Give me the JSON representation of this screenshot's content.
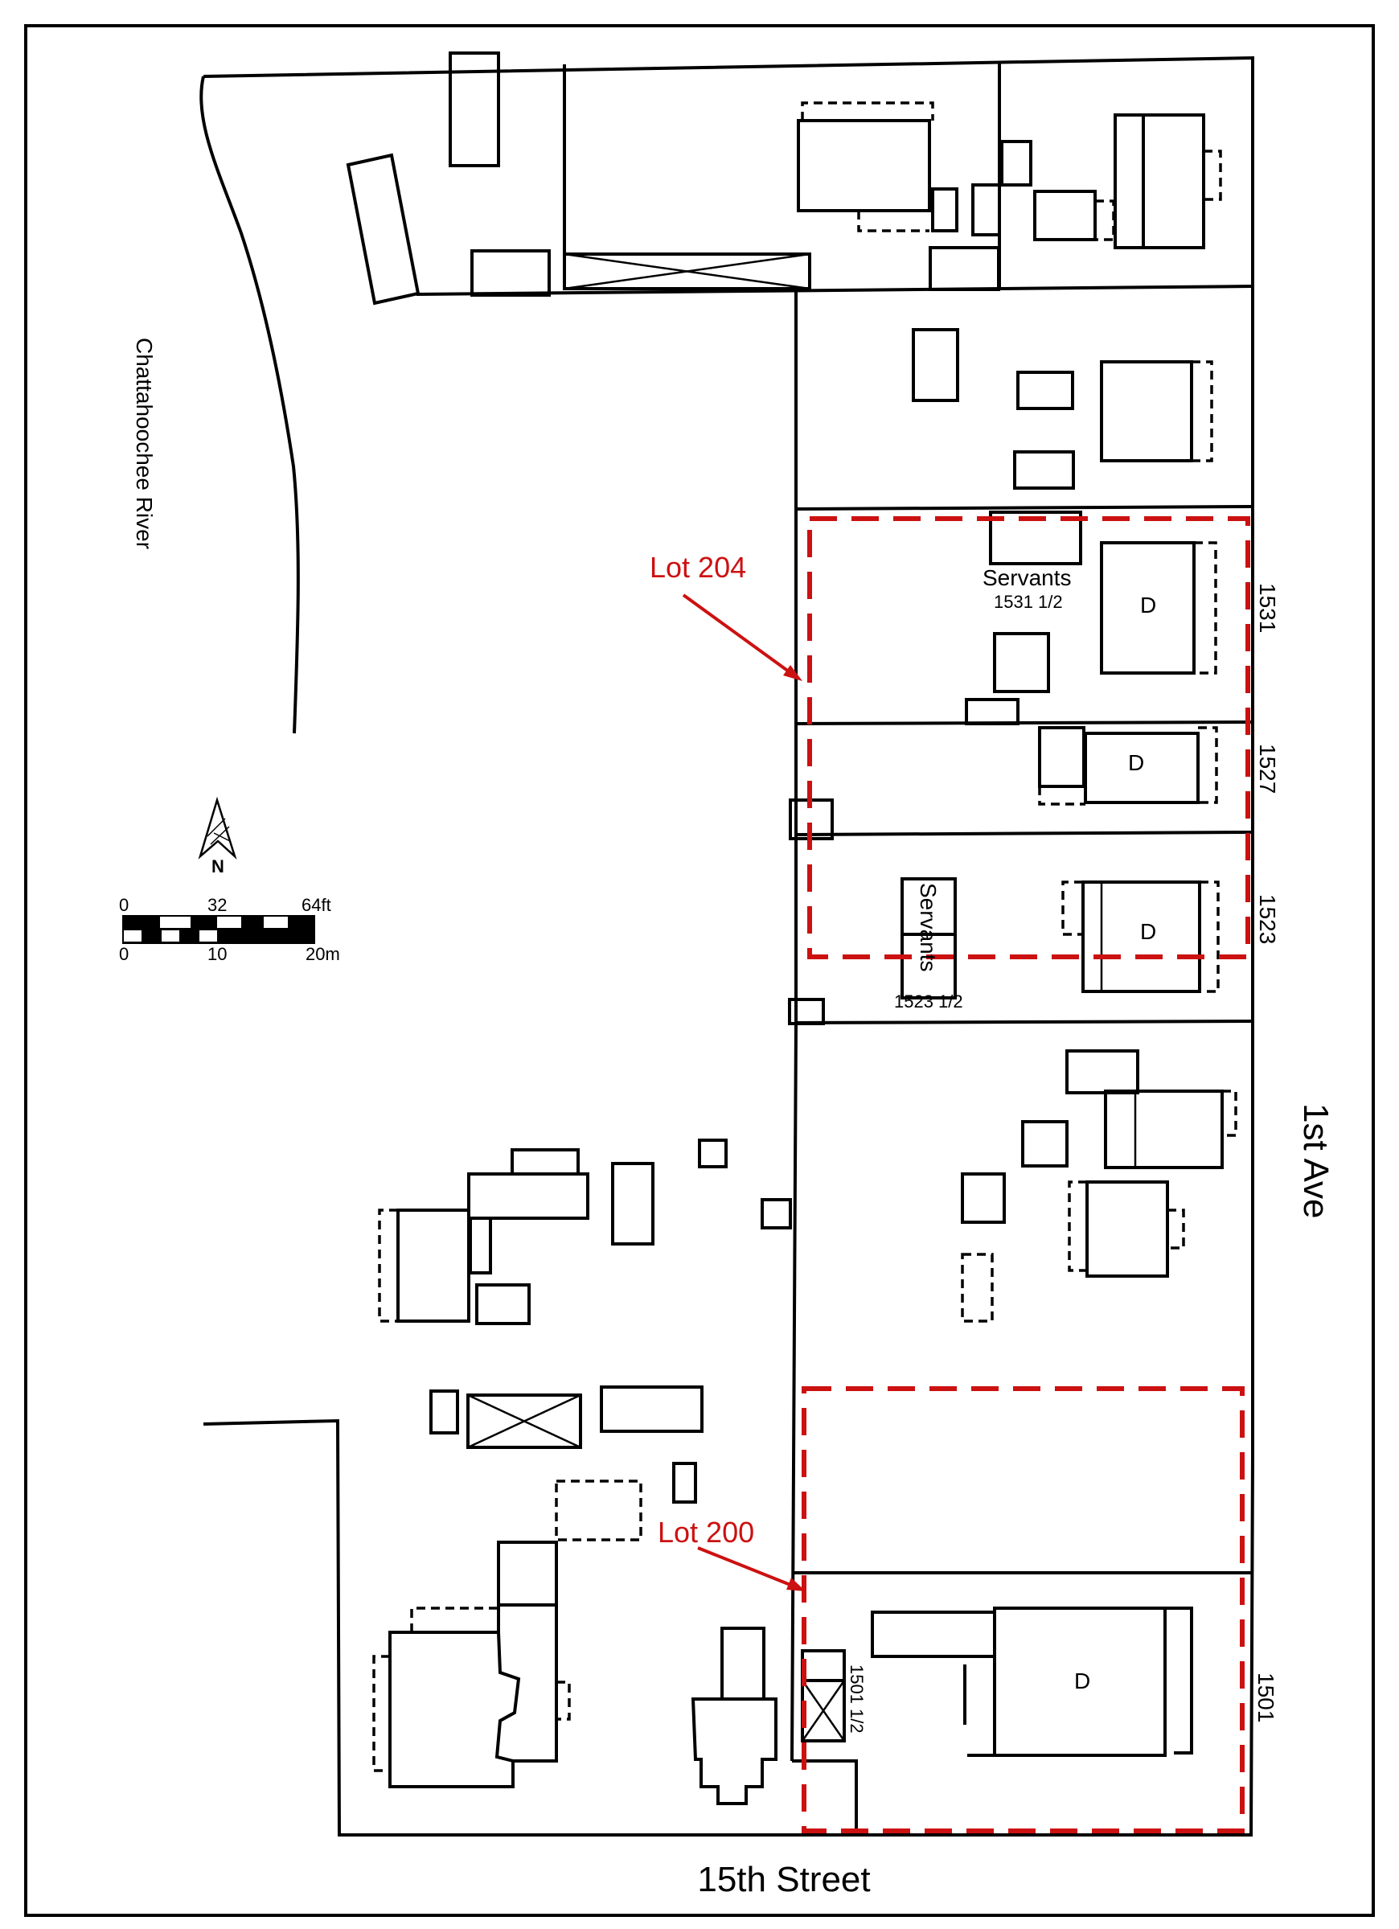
{
  "map": {
    "street_bottom": "15th Street",
    "street_right": "1st Ave",
    "river": "Chattahoochee River",
    "lot_labels": [
      "Lot 204",
      "Lot 200"
    ],
    "addresses": [
      "1531",
      "1527",
      "1523",
      "1501"
    ],
    "dwelling_marker": "D",
    "servants_label": "Servants",
    "sub_addresses": [
      "1531 1/2",
      "1523 1/2",
      "1501 1/2"
    ],
    "north_label": "N",
    "scale": {
      "top_ticks": [
        "0",
        "32",
        "64ft"
      ],
      "bottom_ticks": [
        "0",
        "10",
        "20m"
      ]
    }
  }
}
